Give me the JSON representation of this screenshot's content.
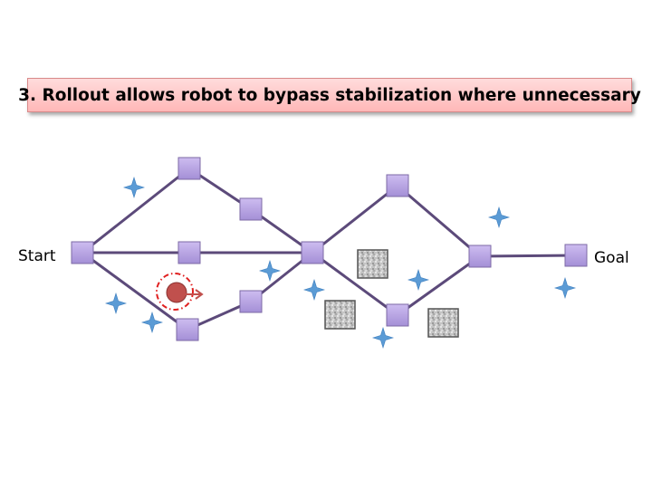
{
  "title": "3. Rollout allows robot to bypass stabilization where unnecessary",
  "labels": {
    "start": "Start",
    "goal": "Goal"
  },
  "colors": {
    "edge": "#5c4a7a",
    "node_fill": "#b9a4e3",
    "node_stroke": "#7d6aa6",
    "star": "#5b9bd5",
    "robot": "#c0504d",
    "robot_ring": "#e02020",
    "obstacle": "#bdbdbd",
    "title_bg": "#ffc4c4"
  },
  "icons": {
    "node": "purple-square",
    "uncertainty": "four-point-star",
    "robot": "red-circle-with-arrow",
    "obstacle": "gray-textured-square"
  }
}
